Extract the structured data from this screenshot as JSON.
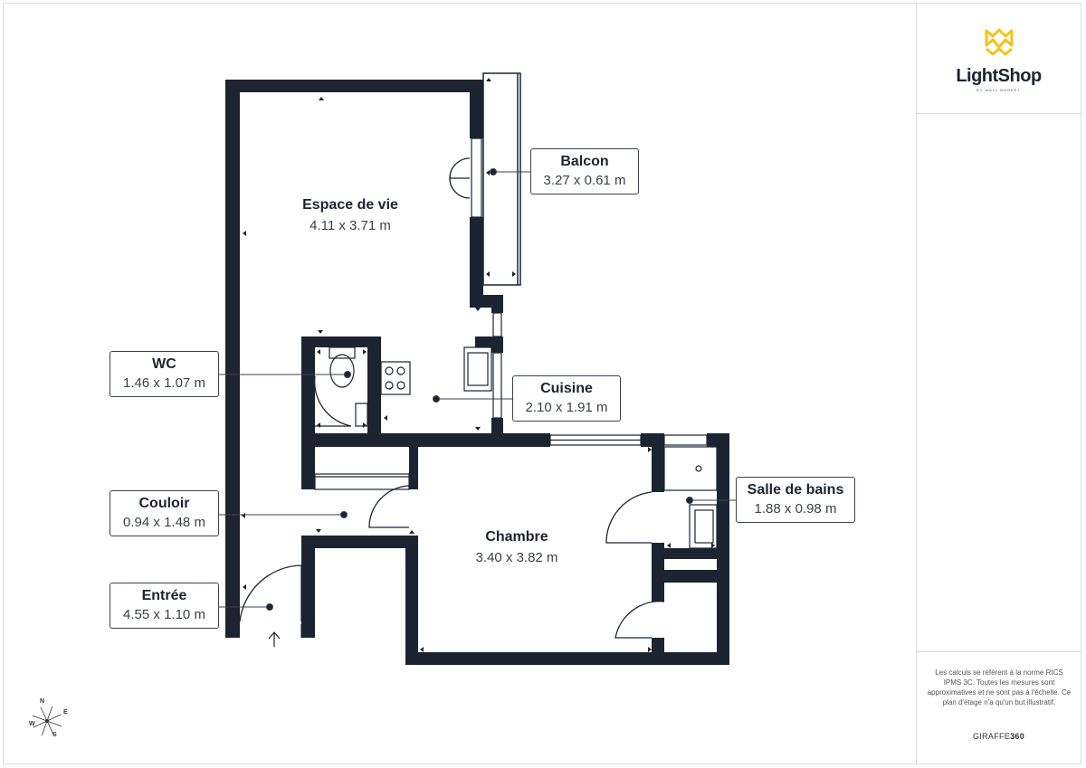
{
  "brand": {
    "name": "LightShop",
    "tagline": "BY WALL MARKET",
    "accent_color": "#f3c317"
  },
  "disclaimer": "Les calculs se réfèrent à la norme RICS IPMS 3C. Toutes les mesures sont approximatives et ne sont pas à l'échelle. Ce plan d'étage n'a qu'un but illustratif.",
  "provider": {
    "prefix": "GIRAFFE",
    "suffix": "360"
  },
  "compass": {
    "n": "N",
    "e": "E",
    "s": "S",
    "w": "W"
  },
  "rooms": {
    "espace_de_vie": {
      "name": "Espace de vie",
      "dims": "4.11 x 3.71 m"
    },
    "balcon": {
      "name": "Balcon",
      "dims": "3.27 x 0.61 m"
    },
    "wc": {
      "name": "WC",
      "dims": "1.46 x 1.07 m"
    },
    "cuisine": {
      "name": "Cuisine",
      "dims": "2.10 x 1.91 m"
    },
    "couloir": {
      "name": "Couloir",
      "dims": "0.94 x 1.48 m"
    },
    "entree": {
      "name": "Entrée",
      "dims": "4.55 x 1.10 m"
    },
    "chambre": {
      "name": "Chambre",
      "dims": "3.40 x 3.82 m"
    },
    "salle_de_bains": {
      "name": "Salle de bains",
      "dims": "1.88 x 0.98 m"
    }
  },
  "colors": {
    "wall": "#1c2431",
    "leader": "#3a4250"
  }
}
